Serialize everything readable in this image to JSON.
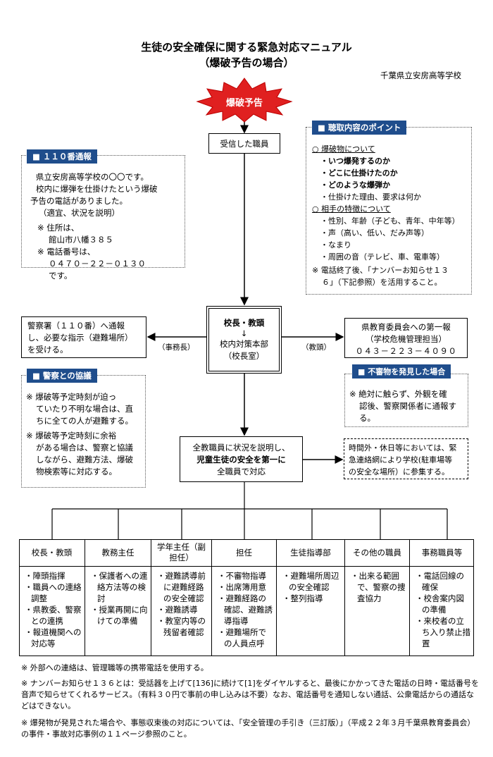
{
  "title": "生徒の安全確保に関する緊急対応マニュアル",
  "subtitle": "（爆破予告の場合）",
  "school": "千葉県立安房高等学校",
  "trigger": "爆破予告",
  "receiver": "受信した職員",
  "report110": {
    "tag": "■ １１０番通報",
    "lines": [
      "県立安房高等学校の〇〇です。",
      "校内に爆弾を仕掛けたという爆破",
      "予告の電話がありました。",
      "（適宜、状況を説明）",
      "※ 住所は、",
      "館山市八幡３８５",
      "※ 電話番号は、",
      "０４７０－２２－０１３０",
      "です。"
    ]
  },
  "listening": {
    "tag": "■ 聴取内容のポイント",
    "lines": [
      "○ 爆破物について",
      "・いつ爆発するのか",
      "・どこに仕掛けたのか",
      "・どのような爆弾か",
      "・仕掛けた理由、要求は何か",
      "○ 相手の特徴について",
      "・性別、年齢（子ども、青年、中年等）",
      "・声（高い、低い、だみ声等）",
      "・なまり",
      "・周囲の音（テレビ、車、電車等）",
      "※ 電話終了後、「ナンバーお知らせ１３",
      "６」（下記参照）を活用すること。"
    ]
  },
  "hq": {
    "line1": "校長・教頭",
    "arrow": "↓",
    "line2": "校内対策本部",
    "line3": "（校長室）"
  },
  "police_call": {
    "lines": [
      "警察署（１１０番）へ通報",
      "し、必要な指示（避難場所）",
      "を受ける。"
    ]
  },
  "label_left": "（事務長）",
  "label_right": "（教頭）",
  "board_report": {
    "lines": [
      "県教育委員会への第一報",
      "（学校危機管理担当）",
      "０４３－２２３－４０９０"
    ]
  },
  "police_coop": {
    "tag": "■ 警察との協議",
    "lines": [
      "※ 爆破等予定時刻が迫っ",
      "ていたり不明な場合は、直",
      "ちに全ての人が避難する。",
      "※ 爆破等予定時刻に余裕",
      "がある場合は、警察と協議",
      "しながら、避難方法、爆破",
      "物検索等に対応する。"
    ]
  },
  "suspicious": {
    "tag": "■ 不審物を発見した場合",
    "lines": [
      "※ 絶対に触らず、外観を確",
      "認後、警察関係者に通報す",
      "る。"
    ]
  },
  "all_staff": {
    "line1": "全教職員に状況を説明し、",
    "line2": "児童生徒の安全を第一に",
    "line3": "全職員で対応"
  },
  "after_hours": {
    "lines": [
      "時間外・休日等においては、緊",
      "急連絡網により学校(駐車場等",
      "の安全な場所）に参集する。"
    ]
  },
  "columns": [
    {
      "head": "校長・教頭",
      "items": [
        "・陣頭指揮",
        "・職員への連絡調整",
        "・県教委、警察との連携",
        "・報道機関への対応等"
      ]
    },
    {
      "head": "教務主任",
      "items": [
        "・保護者への連絡方法等の検討",
        "・授業再開に向けての準備"
      ]
    },
    {
      "head": "学年主任（副担任）",
      "items": [
        "・避難誘導前に避難経路の安全確認",
        "・避難誘導",
        "・教室内等の残留者確認"
      ]
    },
    {
      "head": "担任",
      "items": [
        "・不審物指導",
        "・出席簿用意",
        "・避難経路の確認、避難誘導指導",
        "・避難場所での人員点呼"
      ]
    },
    {
      "head": "生徒指導部",
      "items": [
        "・避難場所周辺の安全確認",
        "・整列指導"
      ]
    },
    {
      "head": "その他の職員",
      "items": [
        "・出来る範囲で、警察の捜査協力"
      ]
    },
    {
      "head": "事務職員等",
      "items": [
        "・電話回線の確保",
        "・校舎案内図の準備",
        "・来校者の立ち入り禁止措置"
      ]
    }
  ],
  "notes": [
    "※ 外部への連絡は、管理職等の携帯電話を使用する。",
    "※ ナンバーお知らせ１３６とは：受話器を上げて[136]に続けて[1]をダイヤルすると、最後にかかってきた電話の日時・電話番号を音声で知らせてくれるサービス。（有料３０円で事前の申し込みは不要）なお、電話番号を通知しない通話、公衆電話からの通話などはできない。",
    "※ 爆発物が発見された場合や、事態収束後の対応については、「安全管理の手引き（三訂版）」（平成２２年３月千葉県教育委員会）の事件・事故対応事例の１１ページ参照のこと。"
  ],
  "colors": {
    "tag_bg": "#1f4d8c",
    "burst_red": "#e02020"
  }
}
